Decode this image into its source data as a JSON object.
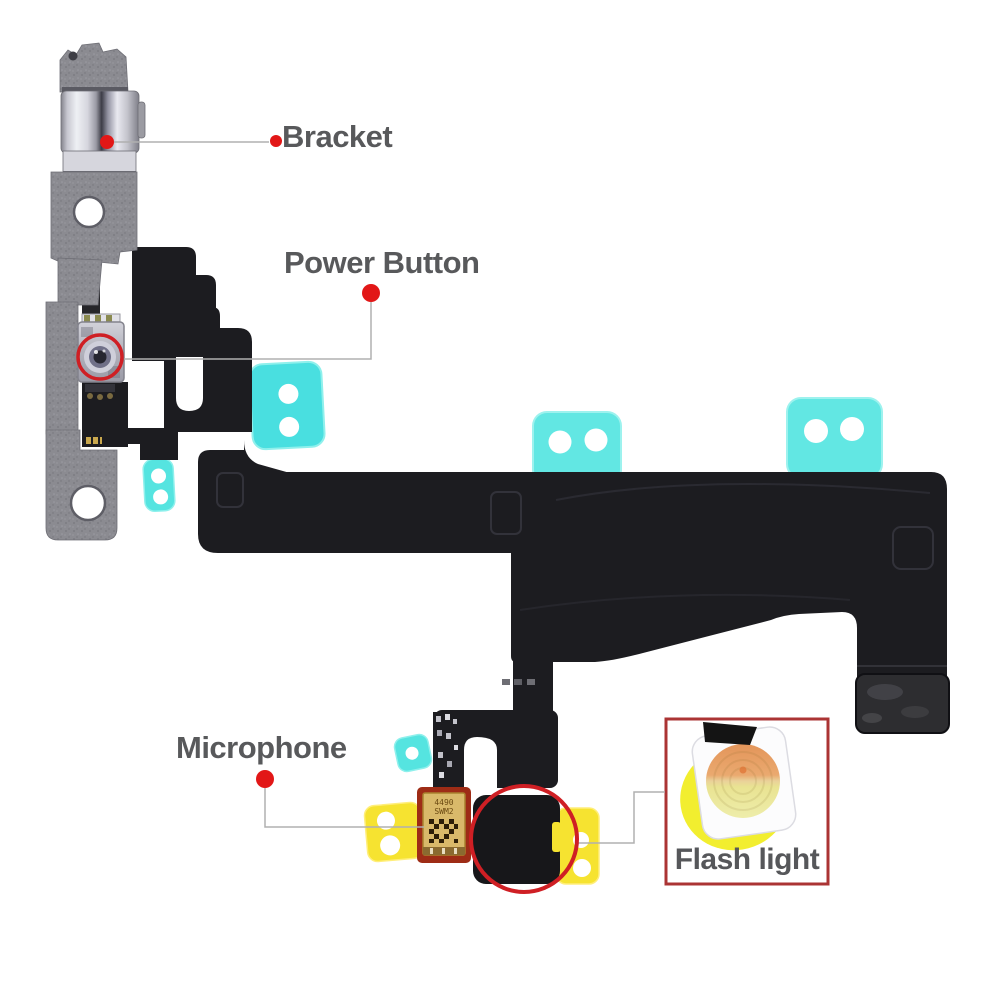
{
  "figure": {
    "type": "annotated-product-photo",
    "subject": "Power button flex cable assembly with metal bracket"
  },
  "labels": {
    "bracket": "Bracket",
    "power_button": "Power Button",
    "microphone": "Microphone",
    "flash_light": "Flash light"
  },
  "mic_module_marking": {
    "line1": "4490",
    "line2": "SWM2"
  },
  "colors": {
    "background": "#ffffff",
    "flex_cable_black": "#1c1c20",
    "adhesive_pad_cyan": "#57e5e1",
    "adhesive_pad_yellow": "#f6e330",
    "bracket_metal_gray": "#8b8b91",
    "mic_module_gold": "#d9b96a",
    "mic_module_frame": "#9e2c16",
    "annotation_red": "#d81f1f",
    "flash_box_border": "#ab3434",
    "label_text_gray": "#58595b",
    "callout_line_gray": "#b0b0b0",
    "led_lens_orange": "#eda56d",
    "led_body_yellow": "#f2ee2f",
    "connector_dark": "#2d2d30"
  }
}
